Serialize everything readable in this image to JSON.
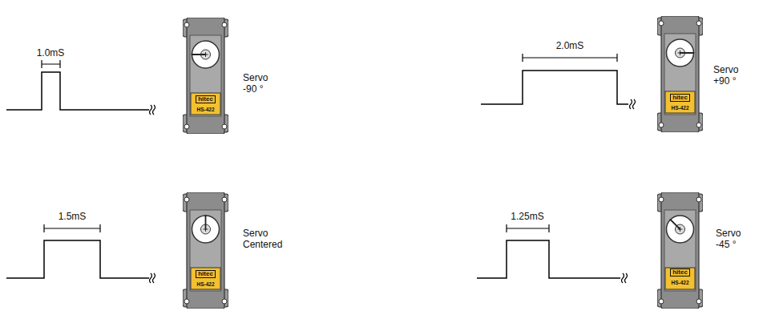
{
  "diagram": {
    "labels": [
      "1.0mS",
      "Servo -90 °",
      "hitec",
      "HS-422",
      "2.0mS",
      "Servo +90 °",
      "hitec",
      "HS-422",
      "1.5mS",
      "Servo Centered",
      "hitec",
      "HS-422",
      "1.25mS",
      "Servo -45 °",
      "hitec",
      "HS-422"
    ]
  }
}
